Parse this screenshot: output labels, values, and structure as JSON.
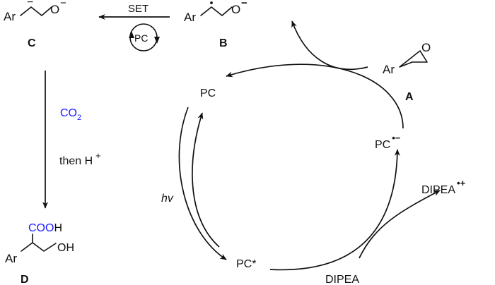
{
  "colors": {
    "ink": "#111111",
    "accent": "#1a1aff",
    "background": "#ffffff"
  },
  "compounds": {
    "A": {
      "label": "A",
      "ar": "Ar",
      "o": "O"
    },
    "B": {
      "label": "B",
      "ar": "Ar",
      "o": "O",
      "charge": "−"
    },
    "C": {
      "label": "C",
      "ar": "Ar",
      "o": "O",
      "charge": "−"
    },
    "D": {
      "label": "D",
      "ar": "Ar",
      "cooh_blue": "COO",
      "cooh_h": "H",
      "oh": "OH"
    }
  },
  "reagents": {
    "set_label": "SET",
    "pc_circle": "PC",
    "co2_main": "CO",
    "co2_sub": "2",
    "acid_text": "then H",
    "acid_sup": "+"
  },
  "cycle": {
    "pc": "PC",
    "pc_radical_anion": "PC",
    "pc_radical_anion_sup": "•−",
    "pc_excited": "PC*",
    "light": "hv",
    "dipea": "DIPEA",
    "dipea_radical_cation": "DIPEA",
    "dipea_radical_cation_sup": "•+"
  }
}
